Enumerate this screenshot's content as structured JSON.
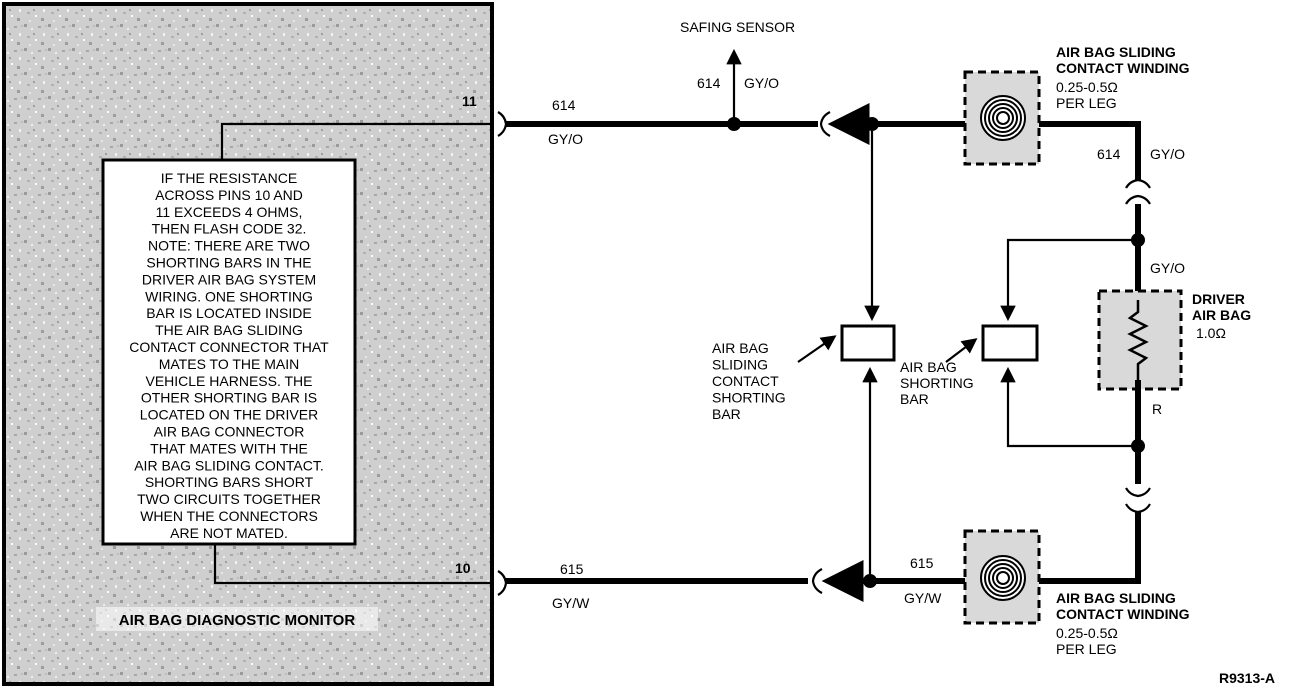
{
  "monitor": {
    "title": "AIR BAG DIAGNOSTIC MONITOR",
    "pin_top": "11",
    "pin_bottom": "10",
    "note_lines": [
      "IF THE RESISTANCE",
      "ACROSS PINS 10 AND",
      "11 EXCEEDS 4 OHMS,",
      "THEN FLASH CODE 32.",
      "NOTE: THERE ARE TWO",
      "SHORTING BARS IN THE",
      "DRIVER AIR BAG SYSTEM",
      "WIRING. ONE SHORTING",
      "BAR IS LOCATED INSIDE",
      "THE AIR BAG SLIDING",
      "CONTACT CONNECTOR THAT",
      "MATES TO THE MAIN",
      "VEHICLE HARNESS. THE",
      "OTHER SHORTING BAR IS",
      "LOCATED ON THE DRIVER",
      "AIR BAG CONNECTOR",
      "THAT MATES WITH THE",
      "AIR BAG SLIDING CONTACT.",
      "SHORTING BARS SHORT",
      "TWO CIRCUITS TOGETHER",
      "WHEN THE CONNECTORS",
      "ARE NOT MATED."
    ]
  },
  "wires": {
    "top_circuit": "614",
    "top_color": "GY/O",
    "bottom_circuit": "615",
    "bottom_color": "GY/W",
    "safing_circuit": "614",
    "safing_color": "GY/O",
    "right_upper_circuit": "614",
    "right_upper_color": "GY/O",
    "right_mid_color": "GY/O",
    "right_lower_color": "R",
    "bottom_right_circuit": "615",
    "bottom_right_color": "GY/W"
  },
  "safing_sensor": "SAFING SENSOR",
  "winding_top": {
    "title_lines": [
      "AIR BAG SLIDING",
      "CONTACT WINDING"
    ],
    "spec_lines": [
      "0.25-0.5Ω",
      "PER LEG"
    ]
  },
  "winding_bottom": {
    "title_lines": [
      "AIR BAG SLIDING",
      "CONTACT WINDING"
    ],
    "spec_lines": [
      "0.25-0.5Ω",
      "PER LEG"
    ]
  },
  "driver_air_bag": {
    "title_lines": [
      "DRIVER",
      "AIR BAG"
    ],
    "spec": "1.0Ω"
  },
  "sliding_contact_bar": {
    "label_lines": [
      "AIR BAG",
      "SLIDING",
      "CONTACT",
      "SHORTING",
      "BAR"
    ]
  },
  "shorting_bar": {
    "label_lines": [
      "AIR BAG",
      "SHORTING",
      "BAR"
    ]
  },
  "figure_id": "R9313-A"
}
